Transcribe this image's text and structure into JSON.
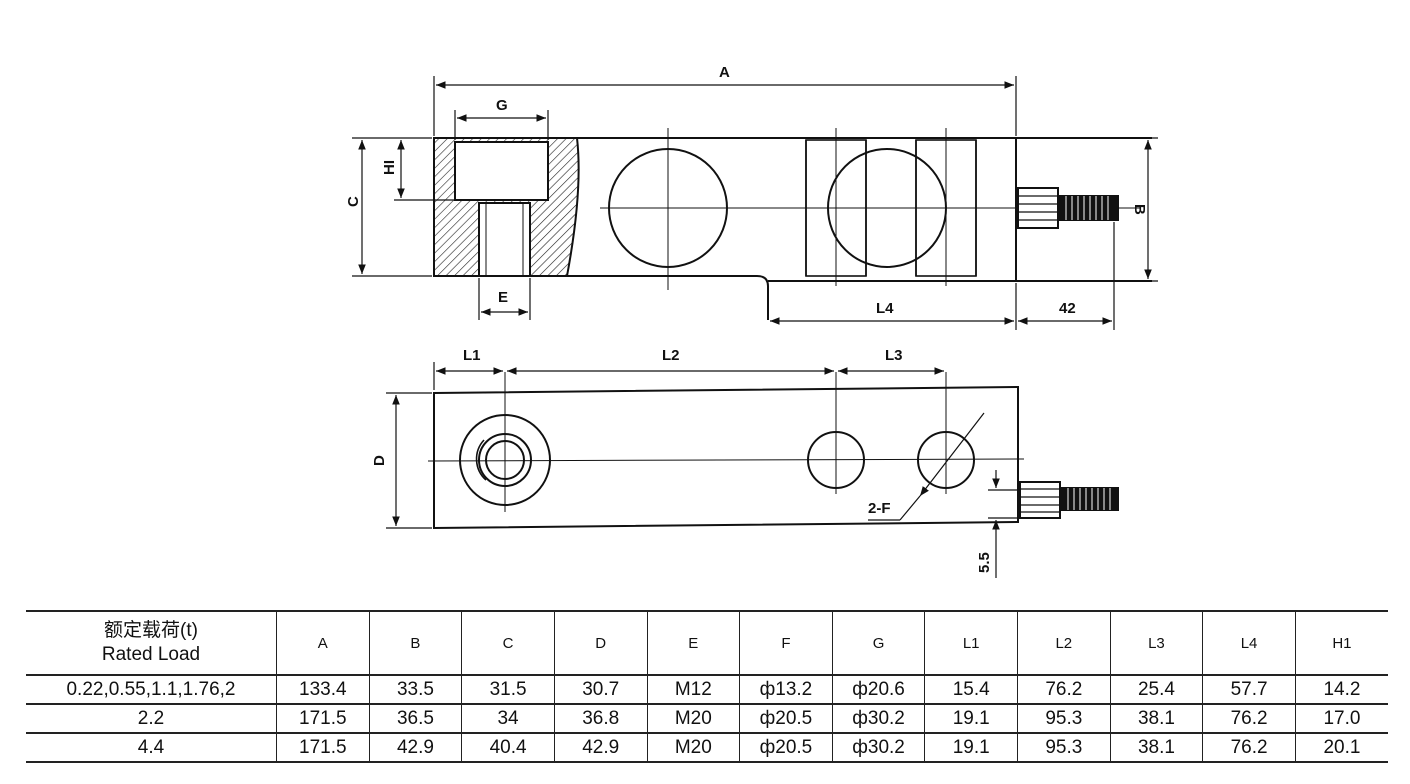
{
  "drawing": {
    "labels": {
      "a": "A",
      "b": "B",
      "c": "C",
      "d": "D",
      "e": "E",
      "g": "G",
      "h1": "HI",
      "l1": "L1",
      "l2": "L2",
      "l3": "L3",
      "l4": "L4",
      "cable_len": "42",
      "f": "2-F",
      "offset": "5.5"
    }
  },
  "table": {
    "header": {
      "load_cn": "额定载荷(t)",
      "load_en": "Rated Load",
      "cols": [
        "A",
        "B",
        "C",
        "D",
        "E",
        "F",
        "G",
        "L1",
        "L2",
        "L3",
        "L4",
        "H1"
      ]
    },
    "rows": [
      [
        "0.22,0.55,1.1,1.76,2",
        "133.4",
        "33.5",
        "31.5",
        "30.7",
        "M12",
        "ф13.2",
        "ф20.6",
        "15.4",
        "76.2",
        "25.4",
        "57.7",
        "14.2"
      ],
      [
        "2.2",
        "171.5",
        "36.5",
        "34",
        "36.8",
        "M20",
        "ф20.5",
        "ф30.2",
        "19.1",
        "95.3",
        "38.1",
        "76.2",
        "17.0"
      ],
      [
        "4.4",
        "171.5",
        "42.9",
        "40.4",
        "42.9",
        "M20",
        "ф20.5",
        "ф30.2",
        "19.1",
        "95.3",
        "38.1",
        "76.2",
        "20.1"
      ]
    ]
  }
}
